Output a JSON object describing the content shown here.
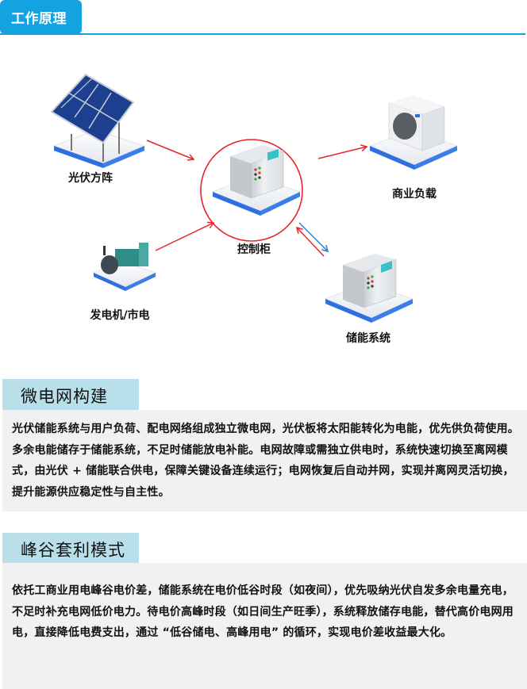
{
  "header": {
    "title": "工作原理",
    "accent_color": "#13a3e0"
  },
  "diagram": {
    "nodes": [
      {
        "id": "pv",
        "label": "光伏方阵",
        "icon": "solar-panel-icon"
      },
      {
        "id": "controller",
        "label": "控制柜",
        "icon": "control-cabinet-icon"
      },
      {
        "id": "load",
        "label": "商业负载",
        "icon": "air-conditioner-icon"
      },
      {
        "id": "generator",
        "label": "发电机/市电",
        "icon": "generator-icon"
      },
      {
        "id": "storage",
        "label": "储能系统",
        "icon": "storage-cabinet-icon"
      }
    ],
    "edges": [
      {
        "from": "pv",
        "to": "controller",
        "color": "#e8262a"
      },
      {
        "from": "generator",
        "to": "controller",
        "color": "#e8262a"
      },
      {
        "from": "controller",
        "to": "load",
        "color": "#e8262a"
      },
      {
        "from": "controller",
        "to": "storage",
        "color": "#2a7fd4"
      },
      {
        "from": "storage",
        "to": "controller",
        "color": "#e8262a"
      }
    ],
    "highlight_color": "#e8262a"
  },
  "sections": [
    {
      "title": "微电网构建",
      "body": "光伏储能系统与用户负荷、配电网络组成独立微电网，光伏板将太阳能转化为电能，优先供负荷使用。多余电能储存于储能系统，不足时储能放电补能。电网故障或需独立供电时，系统快速切换至离网模式，由光伏 + 储能联合供电，保障关键设备连续运行；电网恢复后自动并网，实现并离网灵活切换，提升能源供应稳定性与自主性。"
    },
    {
      "title": "峰谷套利模式",
      "body": "依托工商业用电峰谷电价差，储能系统在电价低谷时段（如夜间），优先吸纳光伏自发多余电量充电，不足时补充电网低价电力。待电价高峰时段（如日间生产旺季），系统释放储存电能，替代高价电网用电，直接降低电费支出，通过 “低谷储电、高峰用电” 的循环，实现电价差收益最大化。"
    }
  ]
}
